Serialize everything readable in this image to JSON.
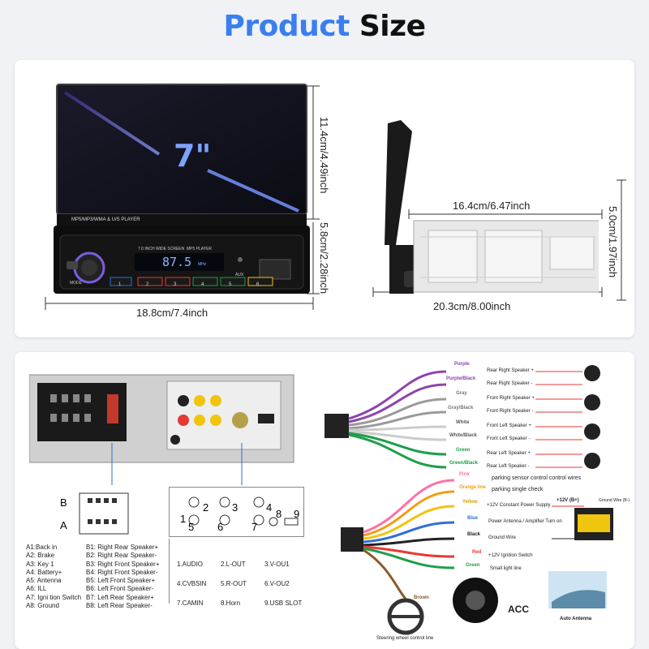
{
  "header": {
    "title_word1": "Product",
    "title_word2": "Size"
  },
  "front_view": {
    "screen_label": "7\"",
    "player_label": "MP5/MP3/WMA & U/S PLAYER",
    "wide_screen_label": "7.0 INCH WIDE SCREEN",
    "mp5_label": "MP5 PLAYER",
    "display_value": "87.5",
    "display_unit": "MHz",
    "mode_label": "MODE",
    "aux_label": "AUX",
    "preset_buttons": [
      "1",
      "2",
      "3",
      "4",
      "5",
      "6"
    ],
    "width": "18.8cm/7.4inch",
    "screen_height": "11.4cm/4.49inch",
    "body_height": "5.8cm/2.28inch"
  },
  "side_view": {
    "depth": "16.4cm/6.47inch",
    "total_depth": "20.3cm/8.00inch",
    "height": "5.0cm/1.97inch"
  },
  "connectors": {
    "iso_a_label": "A",
    "iso_b_label": "B",
    "port_numbers": [
      "1",
      "2",
      "3",
      "4",
      "5",
      "6",
      "7",
      "8",
      "9"
    ],
    "a_pins": [
      "A1:Back  in",
      "A2: Brake",
      "A3: Key 1",
      "A4: Battery+",
      "A5: Antenna",
      "A6: ILL",
      "A7:  Igni tion Switch",
      "A8: Ground"
    ],
    "b_pins": [
      "B1: Right Rear Speaker+",
      "B2: Right Rear Speaker-",
      "B3: Right Front Speaker+",
      "B4: Right Front Speaker-",
      "B5: Left Front Speaker+",
      "B6: Left Front Speaker-",
      "B7: Left Rear Speaker+",
      "B8: Left Rear Speaker-"
    ],
    "ports": [
      [
        "1.AUDIO",
        "2.L-OUT",
        "3.V-OU1"
      ],
      [
        "4.CVBSIN",
        "5.R-OUT",
        "6.V-OU2"
      ],
      [
        "7.CAMIN",
        "8.Horn",
        "9.USB SLOT"
      ]
    ]
  },
  "wiring": {
    "speaker_wires": [
      {
        "color_name": "Purple",
        "label": "Rear Right Speaker +",
        "hex": "#8e44ad"
      },
      {
        "color_name": "Purple/Black",
        "label": "Rear Right Speaker -",
        "hex": "#8e44ad"
      },
      {
        "color_name": "Gray",
        "label": "Front Right Speaker +",
        "hex": "#9a9a9a"
      },
      {
        "color_name": "Gray/Black",
        "label": "Front Right Speaker -",
        "hex": "#9a9a9a"
      },
      {
        "color_name": "White",
        "label": "Front Left Speaker +",
        "hex": "#d8d8d8"
      },
      {
        "color_name": "White/Black",
        "label": "Front Left Speaker -",
        "hex": "#d8d8d8"
      },
      {
        "color_name": "Green",
        "label": "Rear Left Speaker +",
        "hex": "#1e9e4a"
      },
      {
        "color_name": "Green/Black",
        "label": "Rear Left Speaker -",
        "hex": "#1e9e4a"
      }
    ],
    "power_wires": [
      {
        "color_name": "Pink",
        "label": "parking sensor control control wires",
        "hex": "#ff6fa8"
      },
      {
        "color_name": "Orange line",
        "label": "parking single check",
        "hex": "#f39c12"
      },
      {
        "color_name": "Yellow",
        "label": "+12V Constant Power Supply",
        "hex": "#f1c40f"
      },
      {
        "color_name": "Blue",
        "label": "Power Antenna / Amplifier Turn on",
        "hex": "#2e6fd8"
      },
      {
        "color_name": "Black",
        "label": "Ground Wire",
        "hex": "#222222"
      },
      {
        "color_name": "Red",
        "label": "+12V Ignition Switch",
        "hex": "#e53935"
      },
      {
        "color_name": "Green",
        "label": "Small light line",
        "hex": "#1e9e4a"
      },
      {
        "color_name": "Brown",
        "label": "Steering wheel control line",
        "hex": "#8b5a2b"
      }
    ],
    "battery_label": "+12V (B+)",
    "ground_label": "Ground Wire (B-)",
    "acc_label": "ACC",
    "antenna_label": "Auto Antenna"
  }
}
